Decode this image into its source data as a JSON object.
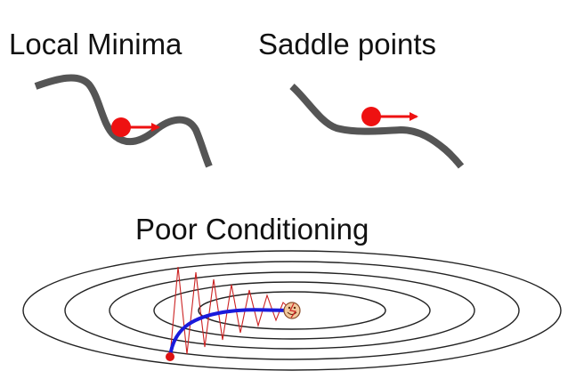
{
  "titles": {
    "local_minima": "Local Minima",
    "saddle_points": "Saddle points",
    "poor_conditioning": "Poor Conditioning"
  },
  "colors": {
    "curve": "#555555",
    "ball": "#ee1111",
    "arrow": "#ee1111",
    "contour": "#222222",
    "path": "#1a1adb",
    "zigzag": "#cc2222",
    "face": "#f2c99c"
  },
  "icons": {
    "optimum_marker": "smiley-face-icon",
    "start_marker": "red-dot-icon"
  }
}
